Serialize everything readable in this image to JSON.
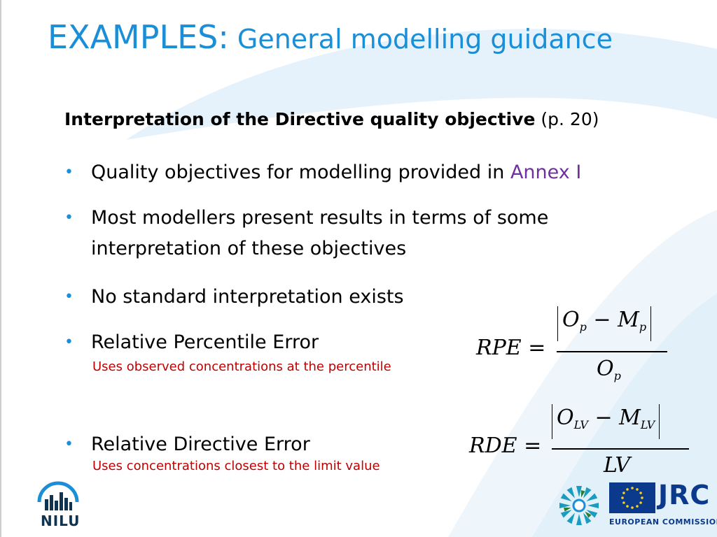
{
  "title": {
    "main": "EXAMPLES:",
    "sub": "General modelling guidance"
  },
  "subheading": {
    "bold": "Interpretation of the Directive quality objective",
    "normal": "(p. 20)"
  },
  "bullets": [
    {
      "text": "Quality objectives for modelling provided in",
      "link": "Annex I"
    },
    {
      "line1": "Most modellers present results in terms of some",
      "line2": "interpretation of these objectives"
    },
    {
      "text": "No standard interpretation exists"
    },
    {
      "text": "Relative Percentile Error",
      "note": "Uses observed concentrations at the percentile"
    },
    {
      "text": "Relative Directive Error",
      "note": "Uses concentrations closest to the limit value"
    }
  ],
  "rpe": {
    "lhs": "RPE",
    "eq": "=",
    "O": "O",
    "p": "p",
    "minus": "−",
    "M": "M"
  },
  "rde": {
    "lhs": "RDE",
    "eq": "=",
    "O": "O",
    "LV": "LV",
    "minus": "−",
    "M": "M"
  },
  "logos": {
    "nilu": "NILU",
    "jrc": "JRC",
    "ec": "EUROPEAN COMMISSION"
  },
  "colors": {
    "title": "#1a8fd8",
    "annex": "#7030a0",
    "note": "#c00000",
    "swoosh": "#e4f1fa"
  }
}
